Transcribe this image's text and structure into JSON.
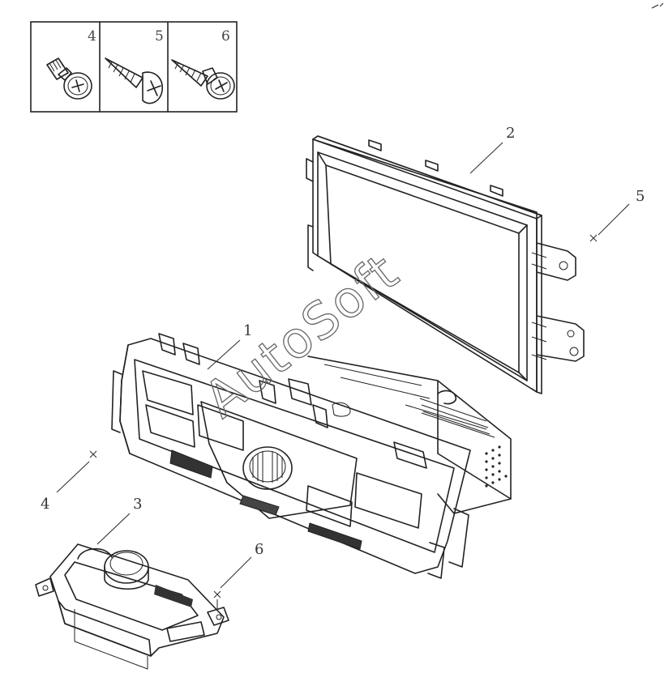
{
  "legend": {
    "cells": [
      {
        "number": "4"
      },
      {
        "number": "5"
      },
      {
        "number": "6"
      }
    ]
  },
  "callouts": [
    {
      "id": "1"
    },
    {
      "id": "2"
    },
    {
      "id": "3"
    },
    {
      "id": "4"
    },
    {
      "id": "5"
    },
    {
      "id": "6"
    }
  ],
  "watermark": "AutoSoft",
  "colors": {
    "line": "#222222",
    "background": "#ffffff"
  }
}
